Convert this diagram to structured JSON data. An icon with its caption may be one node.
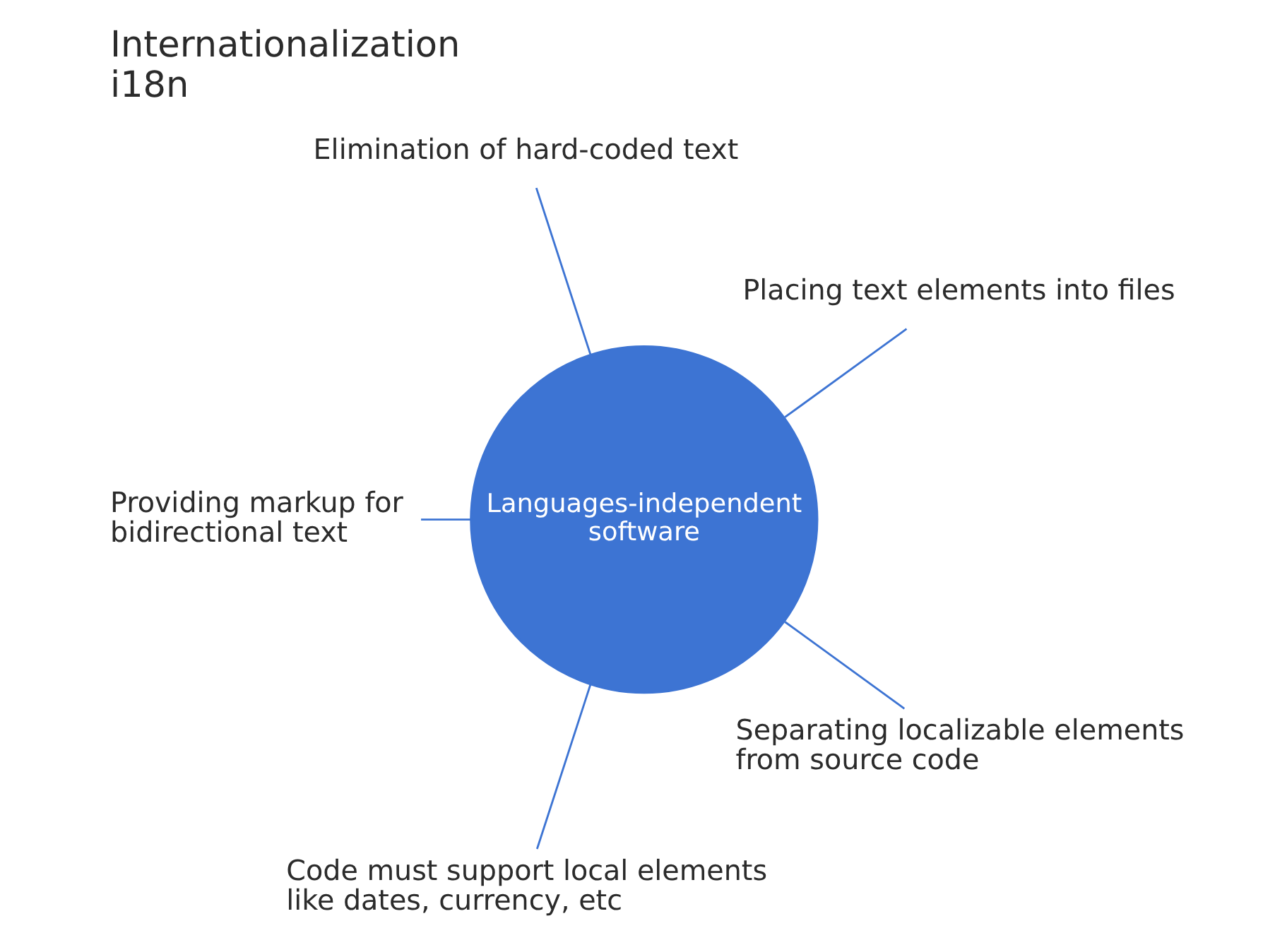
{
  "diagram": {
    "title": "Internationalization i18n",
    "nodes": [
      {
        "text": [
          "Languages-independent software"
        ]
      },
      {
        "text": [
          "Placing text elements into files"
        ]
      },
      {
        "text": [
          "Elimination of hard-coded text"
        ]
      },
      {
        "text": [
          "Providing markup for bidirectional text"
        ]
      },
      {
        "text": [
          "Code must support local elements like dates, currency, etc"
        ]
      },
      {
        "text": [
          "Separating localizable elements from source code"
        ]
      }
    ],
    "edges": [
      {
        "from": 0,
        "to": 1,
        "arrow": "none"
      },
      {
        "from": 0,
        "to": 3,
        "arrow": "none"
      },
      {
        "from": 0,
        "to": 5,
        "arrow": "none"
      },
      {
        "from": 0,
        "to": 4,
        "arrow": "none"
      },
      {
        "from": 0,
        "to": 2,
        "arrow": "none"
      }
    ]
  }
}
